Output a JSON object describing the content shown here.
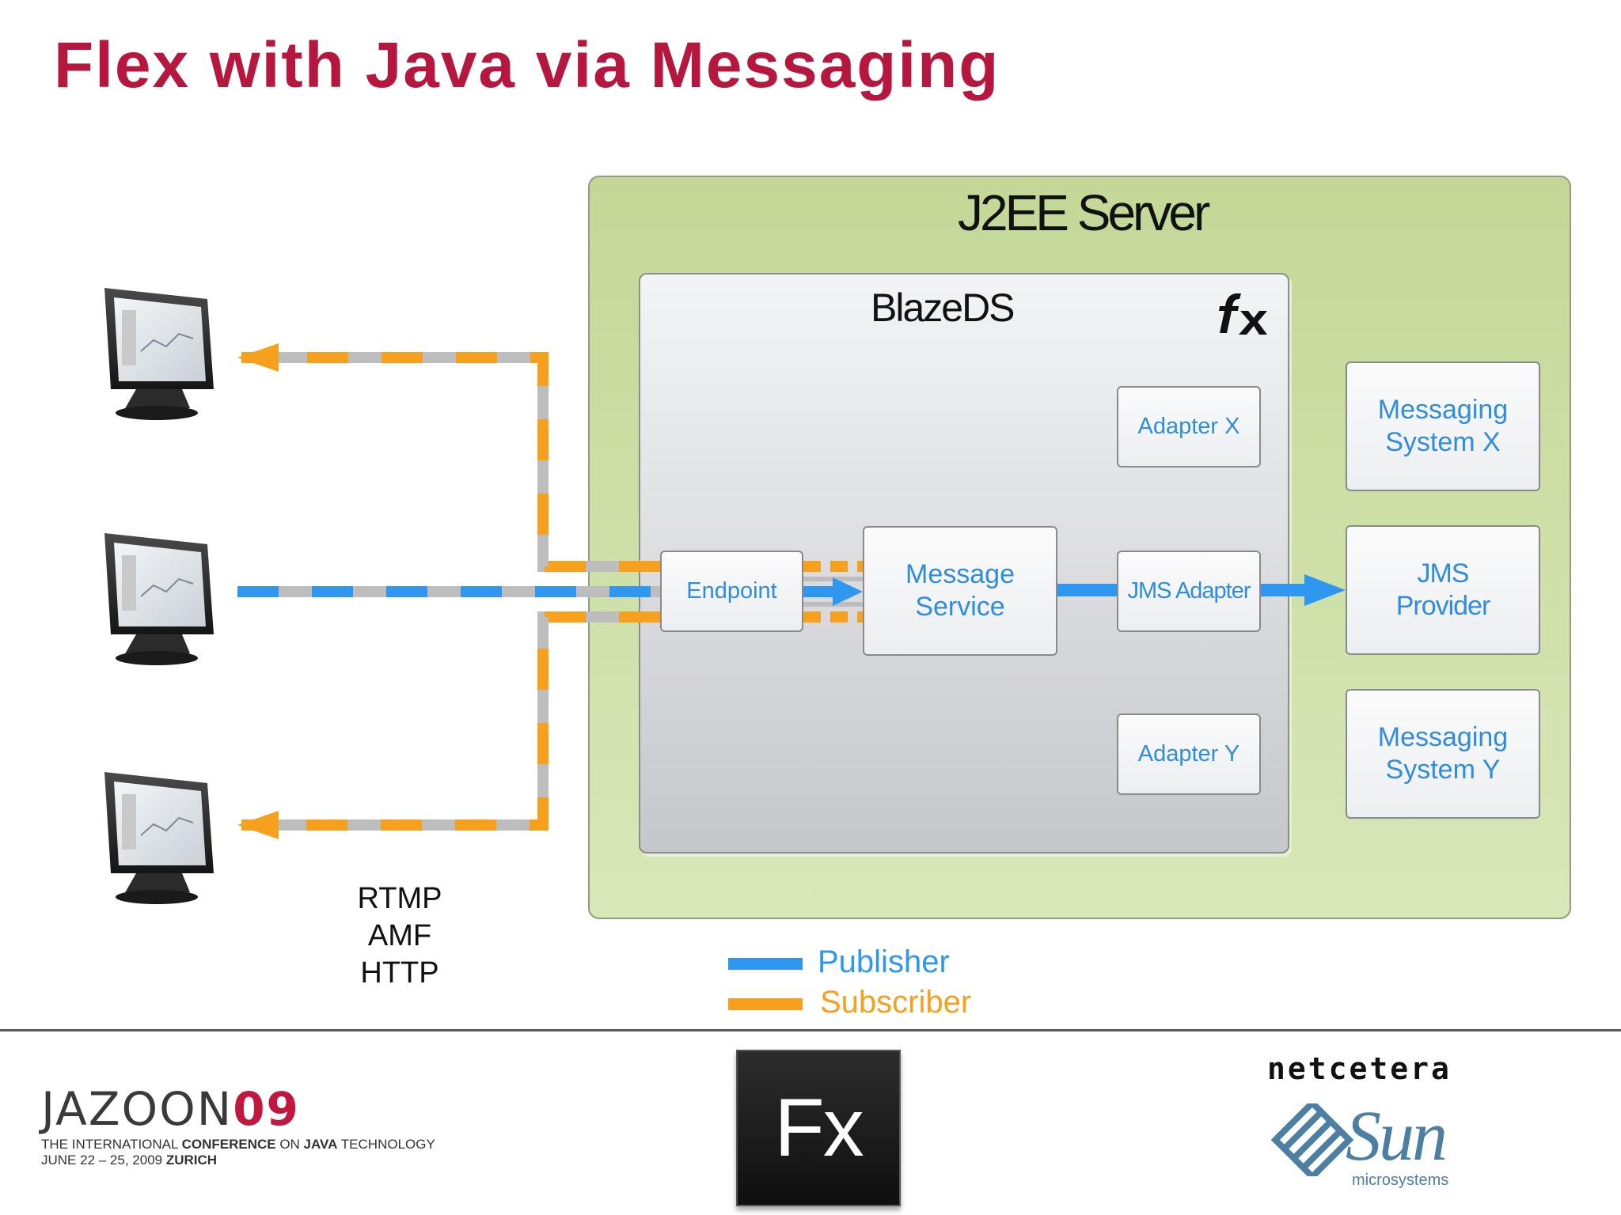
{
  "title": "Flex with Java via Messaging",
  "j2ee": {
    "title": "J2EE Server"
  },
  "blazeds": {
    "title": "BlazeDS"
  },
  "boxes": {
    "endpoint": "Endpoint",
    "message_service": "Message\nService",
    "adapter_x": "Adapter X",
    "jms_adapter": "JMS Adapter",
    "adapter_y": "Adapter Y",
    "messaging_system_x": "Messaging\nSystem X",
    "jms_provider": "JMS\nProvider",
    "messaging_system_y": "Messaging\nSystem Y"
  },
  "protocols": [
    "RTMP",
    "AMF",
    "HTTP"
  ],
  "legend": {
    "publisher": {
      "label": "Publisher",
      "color": "#2f97f0"
    },
    "subscriber": {
      "label": "Subscriber",
      "color": "#f7a01e"
    }
  },
  "colors": {
    "title": "#b5173f",
    "box_text": "#2f8cde",
    "dash_gray": "#bdbdbd"
  },
  "footer": {
    "jazoon_logo_prefix": "JAZOON",
    "jazoon_logo_year": "09",
    "jazoon_line1_a": "THE INTERNATIONAL ",
    "jazoon_line1_b": "CONFERENCE",
    "jazoon_line1_c": " ON ",
    "jazoon_line1_d": "JAVA",
    "jazoon_line1_e": " TECHNOLOGY",
    "jazoon_line2_a": "JUNE 22 – 25, 2009 ",
    "jazoon_line2_b": "ZURICH",
    "fx_logo": "Fx",
    "netcetera": "netcetera",
    "sun": "Sun",
    "sun_sub": "microsystems"
  }
}
